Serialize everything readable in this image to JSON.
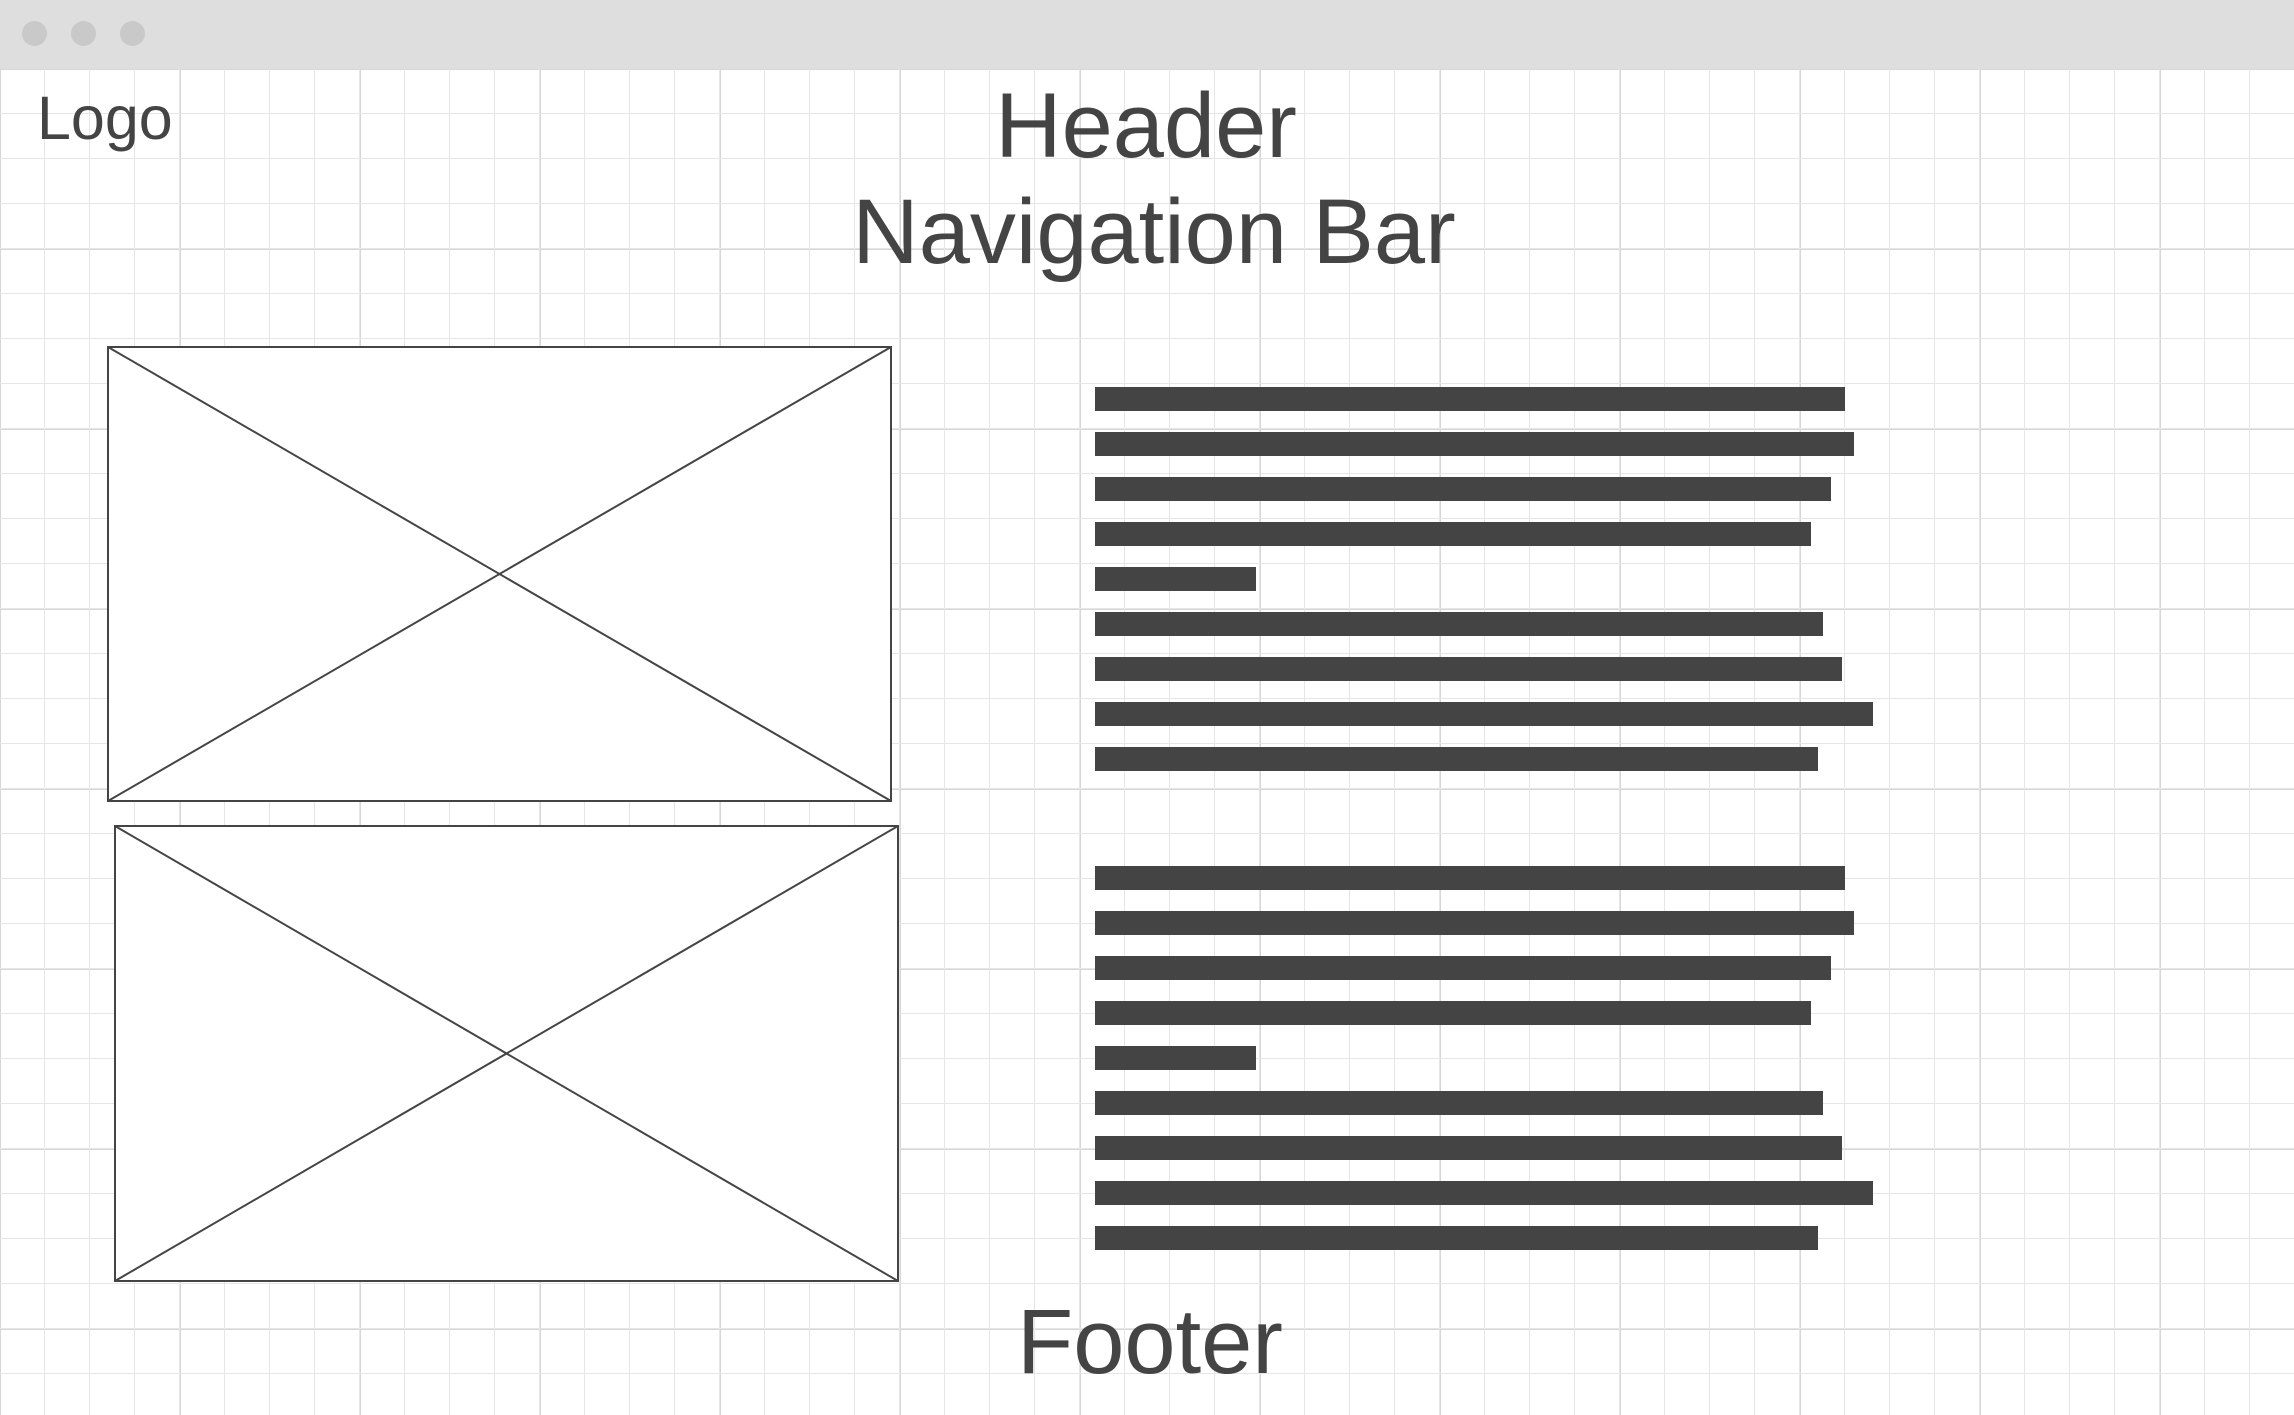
{
  "window": {
    "controls": [
      "close",
      "minimize",
      "maximize"
    ]
  },
  "wireframe": {
    "logo": "Logo",
    "header": "Header",
    "navigation": "Navigation Bar",
    "footer": "Footer",
    "image_placeholders": 2,
    "text_blocks": 2,
    "lines_per_text_block": 9
  },
  "colors": {
    "titlebar": "#dedede",
    "grid_line": "#e6e6e6",
    "ink": "#444444",
    "canvas": "#ffffff"
  }
}
